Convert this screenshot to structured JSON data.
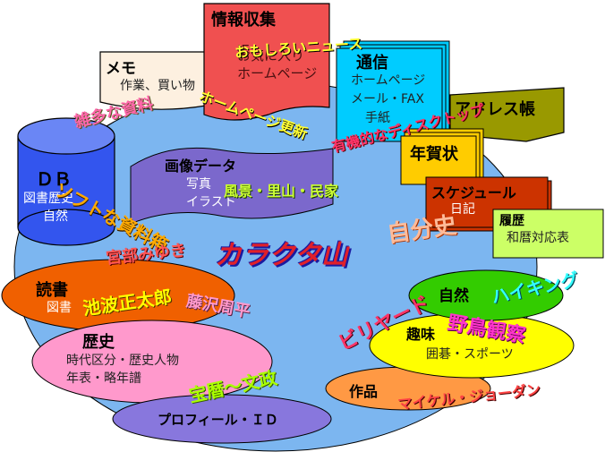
{
  "center_title": "カラクタ山",
  "memo": {
    "title": "メモ",
    "sub": "作業、買い物"
  },
  "joho": {
    "title": "情報収集",
    "lines": [
      "IE",
      "お気に入り",
      "ホームページ"
    ]
  },
  "tsushin": {
    "title": "通信",
    "lines": [
      "ホームページ",
      "メール・FAX",
      "手紙"
    ]
  },
  "address": {
    "title": "アドレス帳"
  },
  "nengajo": {
    "title": "年賀状"
  },
  "schedule": {
    "title": "スケジュール",
    "sub": "日記"
  },
  "rireki": {
    "title": "履歴",
    "sub": "和暦対応表"
  },
  "db": {
    "title": "ＤＢ",
    "lines": [
      "図書歴史",
      "自然"
    ]
  },
  "gazo": {
    "title": "画像データ",
    "lines": [
      "写真",
      "イラスト"
    ]
  },
  "dokusho": {
    "title": "読書",
    "sub": "図書"
  },
  "rekishi": {
    "title": "歴史",
    "lines": [
      "時代区分・歴史人物",
      "年表・略年譜"
    ]
  },
  "profile": {
    "title": "プロフィール・ＩＤ"
  },
  "sakuhin": {
    "title": "作品"
  },
  "shizen": {
    "title": "自然"
  },
  "shumi": {
    "title": "趣味",
    "sub": "囲碁・スポーツ"
  },
  "wordart": {
    "omoshiroi": "おもしろいニュース",
    "homepage_koushin": "ホームページ更新",
    "zatta": "雑多な資料",
    "yuuki": "有機的なディスクトップ",
    "soft": "ソフトな資料箱",
    "fukei": "風景・里山・民家",
    "jibunshi": "自分史",
    "miyabe": "宮部みゆき",
    "ikenami": "池波正太郎",
    "fujisawa": "藤沢周平",
    "horeki": "宝暦〜文政",
    "hiking": "ハイキング",
    "yacho": "野鳥観察",
    "billiard": "ビリヤード",
    "maikeru": "マイケル・ジョーダン"
  },
  "colors": {
    "big_ellipse": "#7cb6f0",
    "db": "#3355ee",
    "memo": "#fdf0e0",
    "joho": "#f05050",
    "tsushin": "#00ccff",
    "address": "#999900",
    "nengajo": "#ffcc00",
    "schedule": "#cc3300",
    "rireki": "#ccff66",
    "gazo": "#7b68cc",
    "dokusho": "#f06000",
    "rekishi": "#ff99cc",
    "profile": "#8877dd",
    "sakuhin": "#ff9944",
    "shizen": "#33cc00",
    "shumi": "#ffff00"
  }
}
